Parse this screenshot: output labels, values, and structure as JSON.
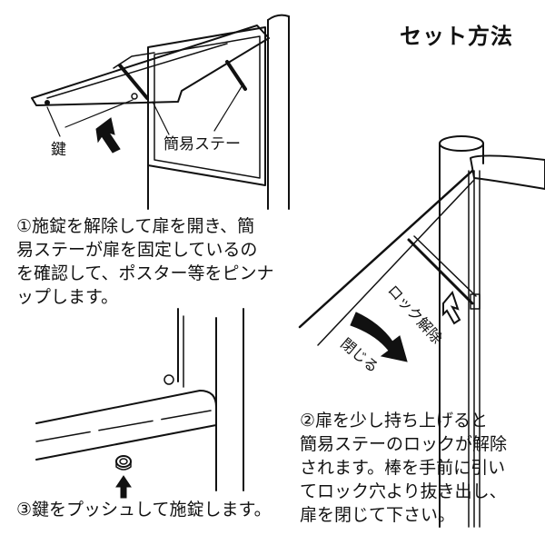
{
  "title": "セット方法",
  "labels": {
    "key": "鍵",
    "stay": "簡易ステー",
    "lock_release": "ロック解除",
    "close": "閉じる"
  },
  "steps": {
    "step1_lines": [
      "①施錠を解除して扉を開き、簡",
      "易ステーが扉を固定しているの",
      "を確認して、ポスター等をピンナ",
      "ップします。"
    ],
    "step2_lines": [
      "②扉を少し持ち上げると",
      "簡易ステーのロックが解除",
      "されます。棒を手前に引い",
      "てロック穴より抜き出し、",
      "扉を閉じて下さい。"
    ],
    "step3": "③鍵をプッシュして施錠します。"
  },
  "icons": {
    "arrow_up_fill": "#111111",
    "arrow_outline": "#111111",
    "arrow_close_fill": "#111111"
  }
}
